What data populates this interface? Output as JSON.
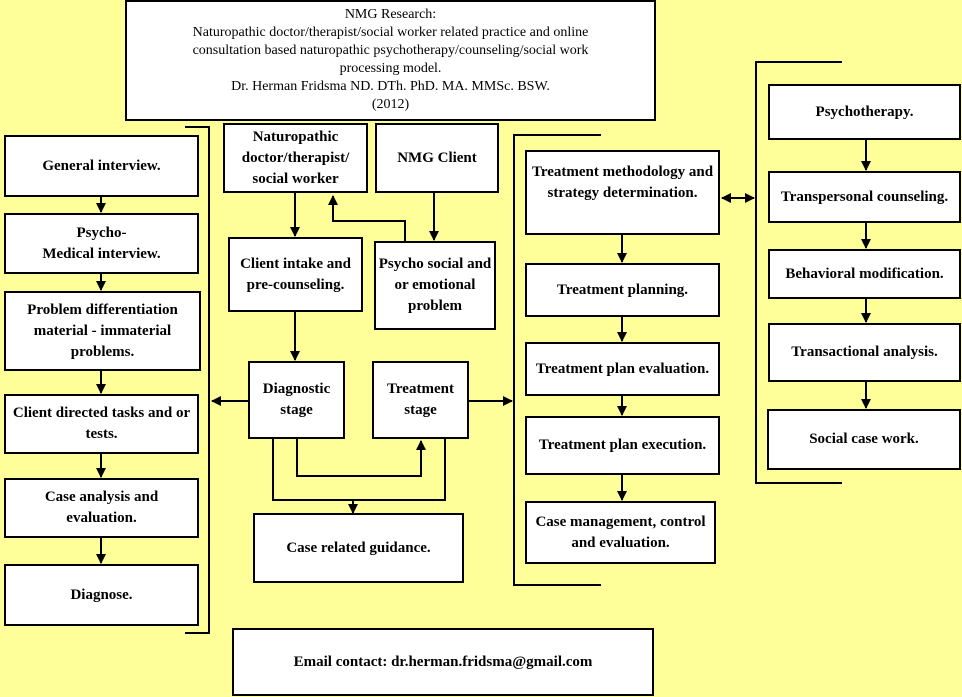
{
  "title": {
    "line1": "NMG Research:",
    "line2": "Naturopathic doctor/therapist/social worker related practice and online",
    "line3": "consultation based  naturopathic psychotherapy/counseling/social work",
    "line4": "processing model.",
    "line5": "Dr. Herman Fridsma ND. DTh. PhD. MA. MMSc. BSW.",
    "line6": "(2012)"
  },
  "left_column": [
    "General interview.",
    "Psycho-\nMedical interview.",
    "Problem differentiation material - immaterial problems.",
    "Client directed tasks and or tests.",
    "Case analysis and evaluation.",
    "Diagnose."
  ],
  "center": {
    "practitioner": "Naturopathic doctor/therapist/ social worker",
    "client": "NMG Client",
    "intake": "Client intake and pre-counseling.",
    "problem": "Psycho social and or emotional problem",
    "diagnostic": "Diagnostic stage",
    "treatment": "Treatment stage",
    "guidance": "Case related guidance."
  },
  "treatment_column": [
    "Treatment methodology and strategy determination.",
    "Treatment planning.",
    "Treatment plan evaluation.",
    "Treatment plan execution.",
    "Case management, control and evaluation."
  ],
  "methods_column": [
    "Psychotherapy.",
    "Transpersonal counseling.",
    "Behavioral modification.",
    "Transactional analysis.",
    "Social case work."
  ],
  "footer": {
    "email": "Email contact: dr.herman.fridsma@gmail.com"
  }
}
